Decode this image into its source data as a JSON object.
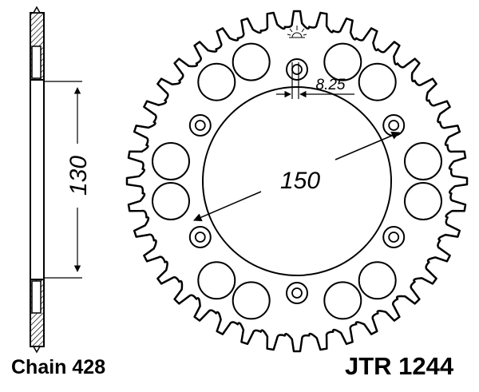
{
  "part_number": "JTR 1244",
  "chain_label": "Chain 428",
  "dimensions": {
    "pcd_label": "150",
    "hub_label": "130",
    "bolt_hole_label": "8.25"
  },
  "sprocket": {
    "teeth": 40,
    "bolt_holes": 6,
    "lightening_holes": 12,
    "line_color": "#000000",
    "fill_color": "#ffffff",
    "hatch_color": "#000000"
  }
}
